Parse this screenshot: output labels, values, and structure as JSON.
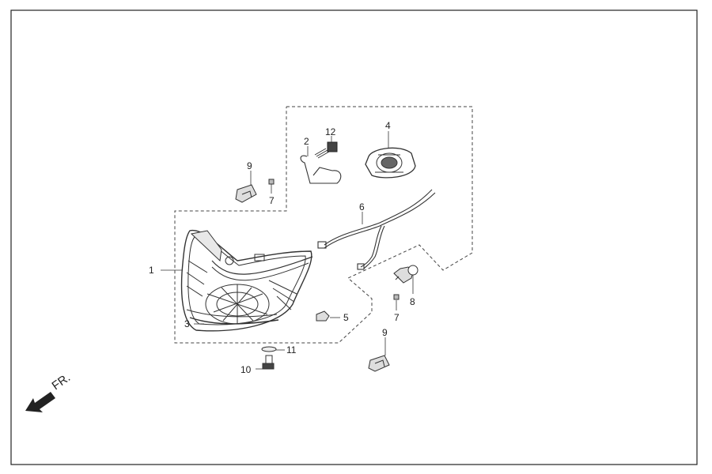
{
  "callouts": {
    "c1": "1",
    "c2": "2",
    "c3": "3",
    "c4": "4",
    "c5": "5",
    "c6": "6",
    "c7a": "7",
    "c7b": "7",
    "c8": "8",
    "c9a": "9",
    "c9b": "9",
    "c10": "10",
    "c11": "11",
    "c12": "12"
  },
  "direction_label": "FR.",
  "colors": {
    "line": "#333333",
    "dash": "#444444",
    "paper": "#ffffff"
  }
}
